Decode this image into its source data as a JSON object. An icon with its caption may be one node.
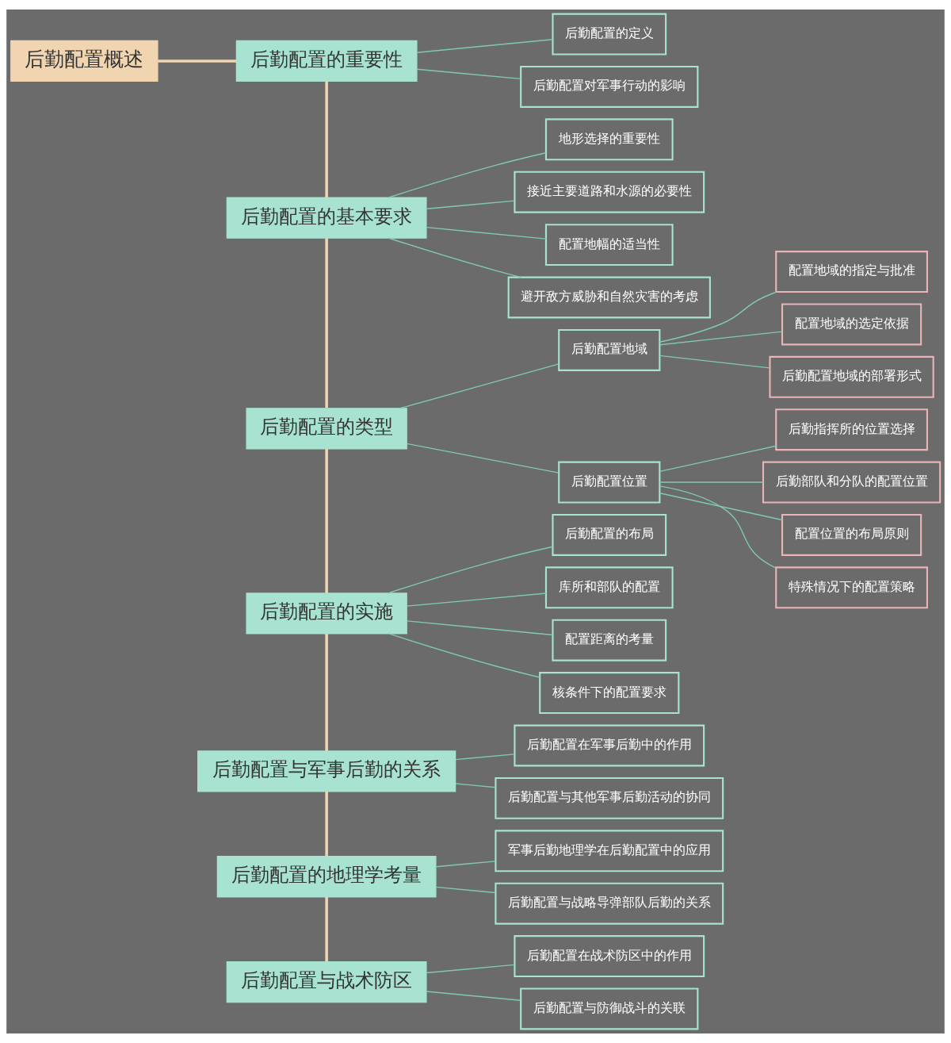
{
  "diagram": {
    "nodes": [
      {
        "text": [
          "后勤配置概述"
        ]
      },
      {
        "text": [
          "后勤配置的重要性"
        ]
      },
      {
        "text": [
          "后勤配置的定义"
        ]
      },
      {
        "text": [
          "后勤配置对军事行动的影响"
        ]
      },
      {
        "text": [
          "后勤配置的基本要求"
        ]
      },
      {
        "text": [
          "地形选择的重要性"
        ]
      },
      {
        "text": [
          "接近主要道路和水源的必要性"
        ]
      },
      {
        "text": [
          "配置地幅的适当性"
        ]
      },
      {
        "text": [
          "避开敌方威胁和自然灾害的考虑"
        ]
      },
      {
        "text": [
          "后勤配置的类型"
        ]
      },
      {
        "text": [
          "后勤配置地域"
        ]
      },
      {
        "text": [
          "配置地域的指定与批准"
        ]
      },
      {
        "text": [
          "配置地域的选定依据"
        ]
      },
      {
        "text": [
          "后勤配置地域的部署形式"
        ]
      },
      {
        "text": [
          "后勤配置位置"
        ]
      },
      {
        "text": [
          "后勤指挥所的位置选择"
        ]
      },
      {
        "text": [
          "后勤部队和分队的配置位置"
        ]
      },
      {
        "text": [
          "配置位置的布局原则"
        ]
      },
      {
        "text": [
          "特殊情况下的配置策略"
        ]
      },
      {
        "text": [
          "后勤配置的实施"
        ]
      },
      {
        "text": [
          "后勤配置的布局"
        ]
      },
      {
        "text": [
          "库所和部队的配置"
        ]
      },
      {
        "text": [
          "配置距离的考量"
        ]
      },
      {
        "text": [
          "核条件下的配置要求"
        ]
      },
      {
        "text": [
          "后勤配置与军事后勤的关系"
        ]
      },
      {
        "text": [
          "后勤配置在军事后勤中的作用"
        ]
      },
      {
        "text": [
          "后勤配置与其他军事后勤活动的协同"
        ]
      },
      {
        "text": [
          "后勤配置的地理学考量"
        ]
      },
      {
        "text": [
          "军事后勤地理学在后勤配置中的应用"
        ]
      },
      {
        "text": [
          "后勤配置与战略导弹部队后勤的关系"
        ]
      },
      {
        "text": [
          "后勤配置与战术防区"
        ]
      },
      {
        "text": [
          "后勤配置在战术防区中的作用"
        ]
      },
      {
        "text": [
          "后勤配置与防御战斗的关联"
        ]
      }
    ],
    "edges": [
      {
        "from": 0,
        "to": 1,
        "arrow": "none",
        "style": "thick",
        "color": "#f0d5b0"
      },
      {
        "from": 1,
        "to": 2,
        "arrow": "none"
      },
      {
        "from": 1,
        "to": 3,
        "arrow": "none"
      },
      {
        "from": 1,
        "to": 4,
        "arrow": "none",
        "style": "thick",
        "color": "#f0d5b0"
      },
      {
        "from": 4,
        "to": 5,
        "arrow": "none"
      },
      {
        "from": 4,
        "to": 6,
        "arrow": "none"
      },
      {
        "from": 4,
        "to": 7,
        "arrow": "none"
      },
      {
        "from": 4,
        "to": 8,
        "arrow": "none"
      },
      {
        "from": 4,
        "to": 9,
        "arrow": "none",
        "style": "thick",
        "color": "#f0d5b0"
      },
      {
        "from": 9,
        "to": 10,
        "arrow": "none"
      },
      {
        "from": 10,
        "to": 11,
        "arrow": "none"
      },
      {
        "from": 10,
        "to": 12,
        "arrow": "none"
      },
      {
        "from": 10,
        "to": 13,
        "arrow": "none"
      },
      {
        "from": 9,
        "to": 14,
        "arrow": "none"
      },
      {
        "from": 14,
        "to": 15,
        "arrow": "none"
      },
      {
        "from": 14,
        "to": 16,
        "arrow": "none"
      },
      {
        "from": 14,
        "to": 17,
        "arrow": "none"
      },
      {
        "from": 14,
        "to": 18,
        "arrow": "none"
      },
      {
        "from": 9,
        "to": 19,
        "arrow": "none",
        "style": "thick",
        "color": "#f0d5b0"
      },
      {
        "from": 19,
        "to": 20,
        "arrow": "none"
      },
      {
        "from": 19,
        "to": 21,
        "arrow": "none"
      },
      {
        "from": 19,
        "to": 22,
        "arrow": "none"
      },
      {
        "from": 19,
        "to": 23,
        "arrow": "none"
      },
      {
        "from": 19,
        "to": 24,
        "arrow": "none",
        "style": "thick",
        "color": "#f0d5b0"
      },
      {
        "from": 24,
        "to": 25,
        "arrow": "none"
      },
      {
        "from": 24,
        "to": 26,
        "arrow": "none"
      },
      {
        "from": 24,
        "to": 27,
        "arrow": "none",
        "style": "thick",
        "color": "#f0d5b0"
      },
      {
        "from": 27,
        "to": 28,
        "arrow": "none"
      },
      {
        "from": 27,
        "to": 29,
        "arrow": "none"
      },
      {
        "from": 27,
        "to": 30,
        "arrow": "none",
        "style": "thick",
        "color": "#f0d5b0"
      },
      {
        "from": 30,
        "to": 31,
        "arrow": "none"
      },
      {
        "from": 30,
        "to": 32,
        "arrow": "none"
      }
    ]
  }
}
